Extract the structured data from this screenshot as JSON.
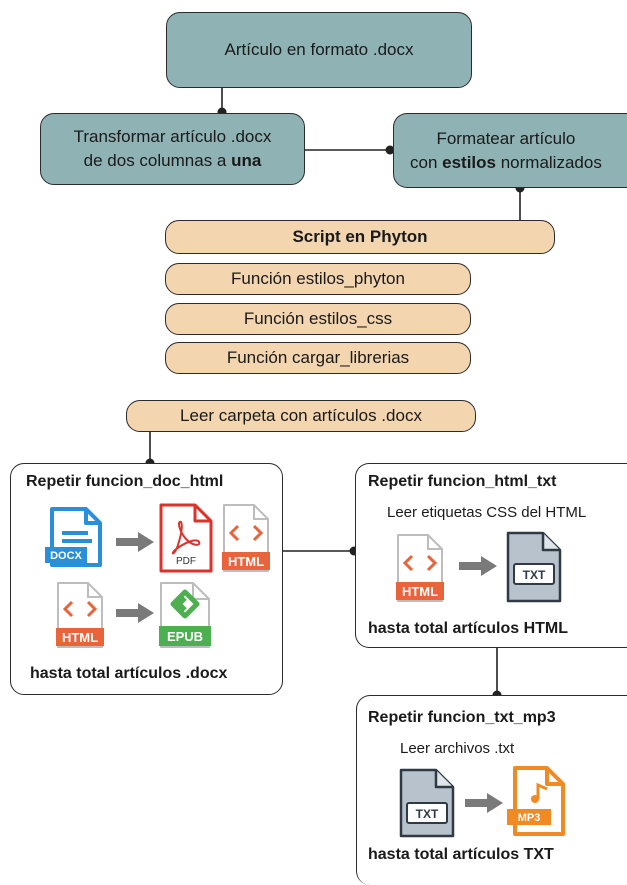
{
  "top_box": {
    "text": "Artículo en formato .docx"
  },
  "left_box": {
    "line1": "Transformar artículo .docx",
    "line2_pre": "de dos columnas a ",
    "line2_bold": "una"
  },
  "right_box": {
    "line1": "Formatear artículo",
    "line2_pre": "con ",
    "line2_bold": "estilos",
    "line2_post": " normalizados"
  },
  "script_stack": {
    "title": "Script en Phyton",
    "functions": [
      "Función estilos_phyton",
      "Función estilos_css",
      "Función cargar_librerias"
    ]
  },
  "read_folder": {
    "text": "Leer carpeta con artículos .docx"
  },
  "panel_doc_html": {
    "title": "Repetir funcion_doc_html",
    "footer": "hasta total artículos .docx",
    "icons": {
      "docx": "DOCX",
      "pdf": "PDF",
      "html": "HTML",
      "epub": "EPUB"
    }
  },
  "panel_html_txt": {
    "title": "Repetir funcion_html_txt",
    "subtitle": "Leer etiquetas CSS del HTML",
    "footer": "hasta total artículos HTML",
    "icons": {
      "html": "HTML",
      "txt": "TXT"
    }
  },
  "panel_txt_mp3": {
    "title": "Repetir funcion_txt_mp3",
    "subtitle": "Leer archivos .txt",
    "footer": "hasta total artículos TXT",
    "icons": {
      "txt": "TXT",
      "mp3": "MP3"
    }
  },
  "colors": {
    "teal": "#8fb3b4",
    "peach": "#f3d5b0",
    "html_orange": "#e8643a",
    "docx_blue": "#2a8fd8",
    "epub_green": "#4caf50",
    "mp3_orange": "#f08a24",
    "pdf_red": "#d9332b",
    "txt_gray": "#b8c2cc",
    "arrow_gray": "#7a7a7a"
  }
}
